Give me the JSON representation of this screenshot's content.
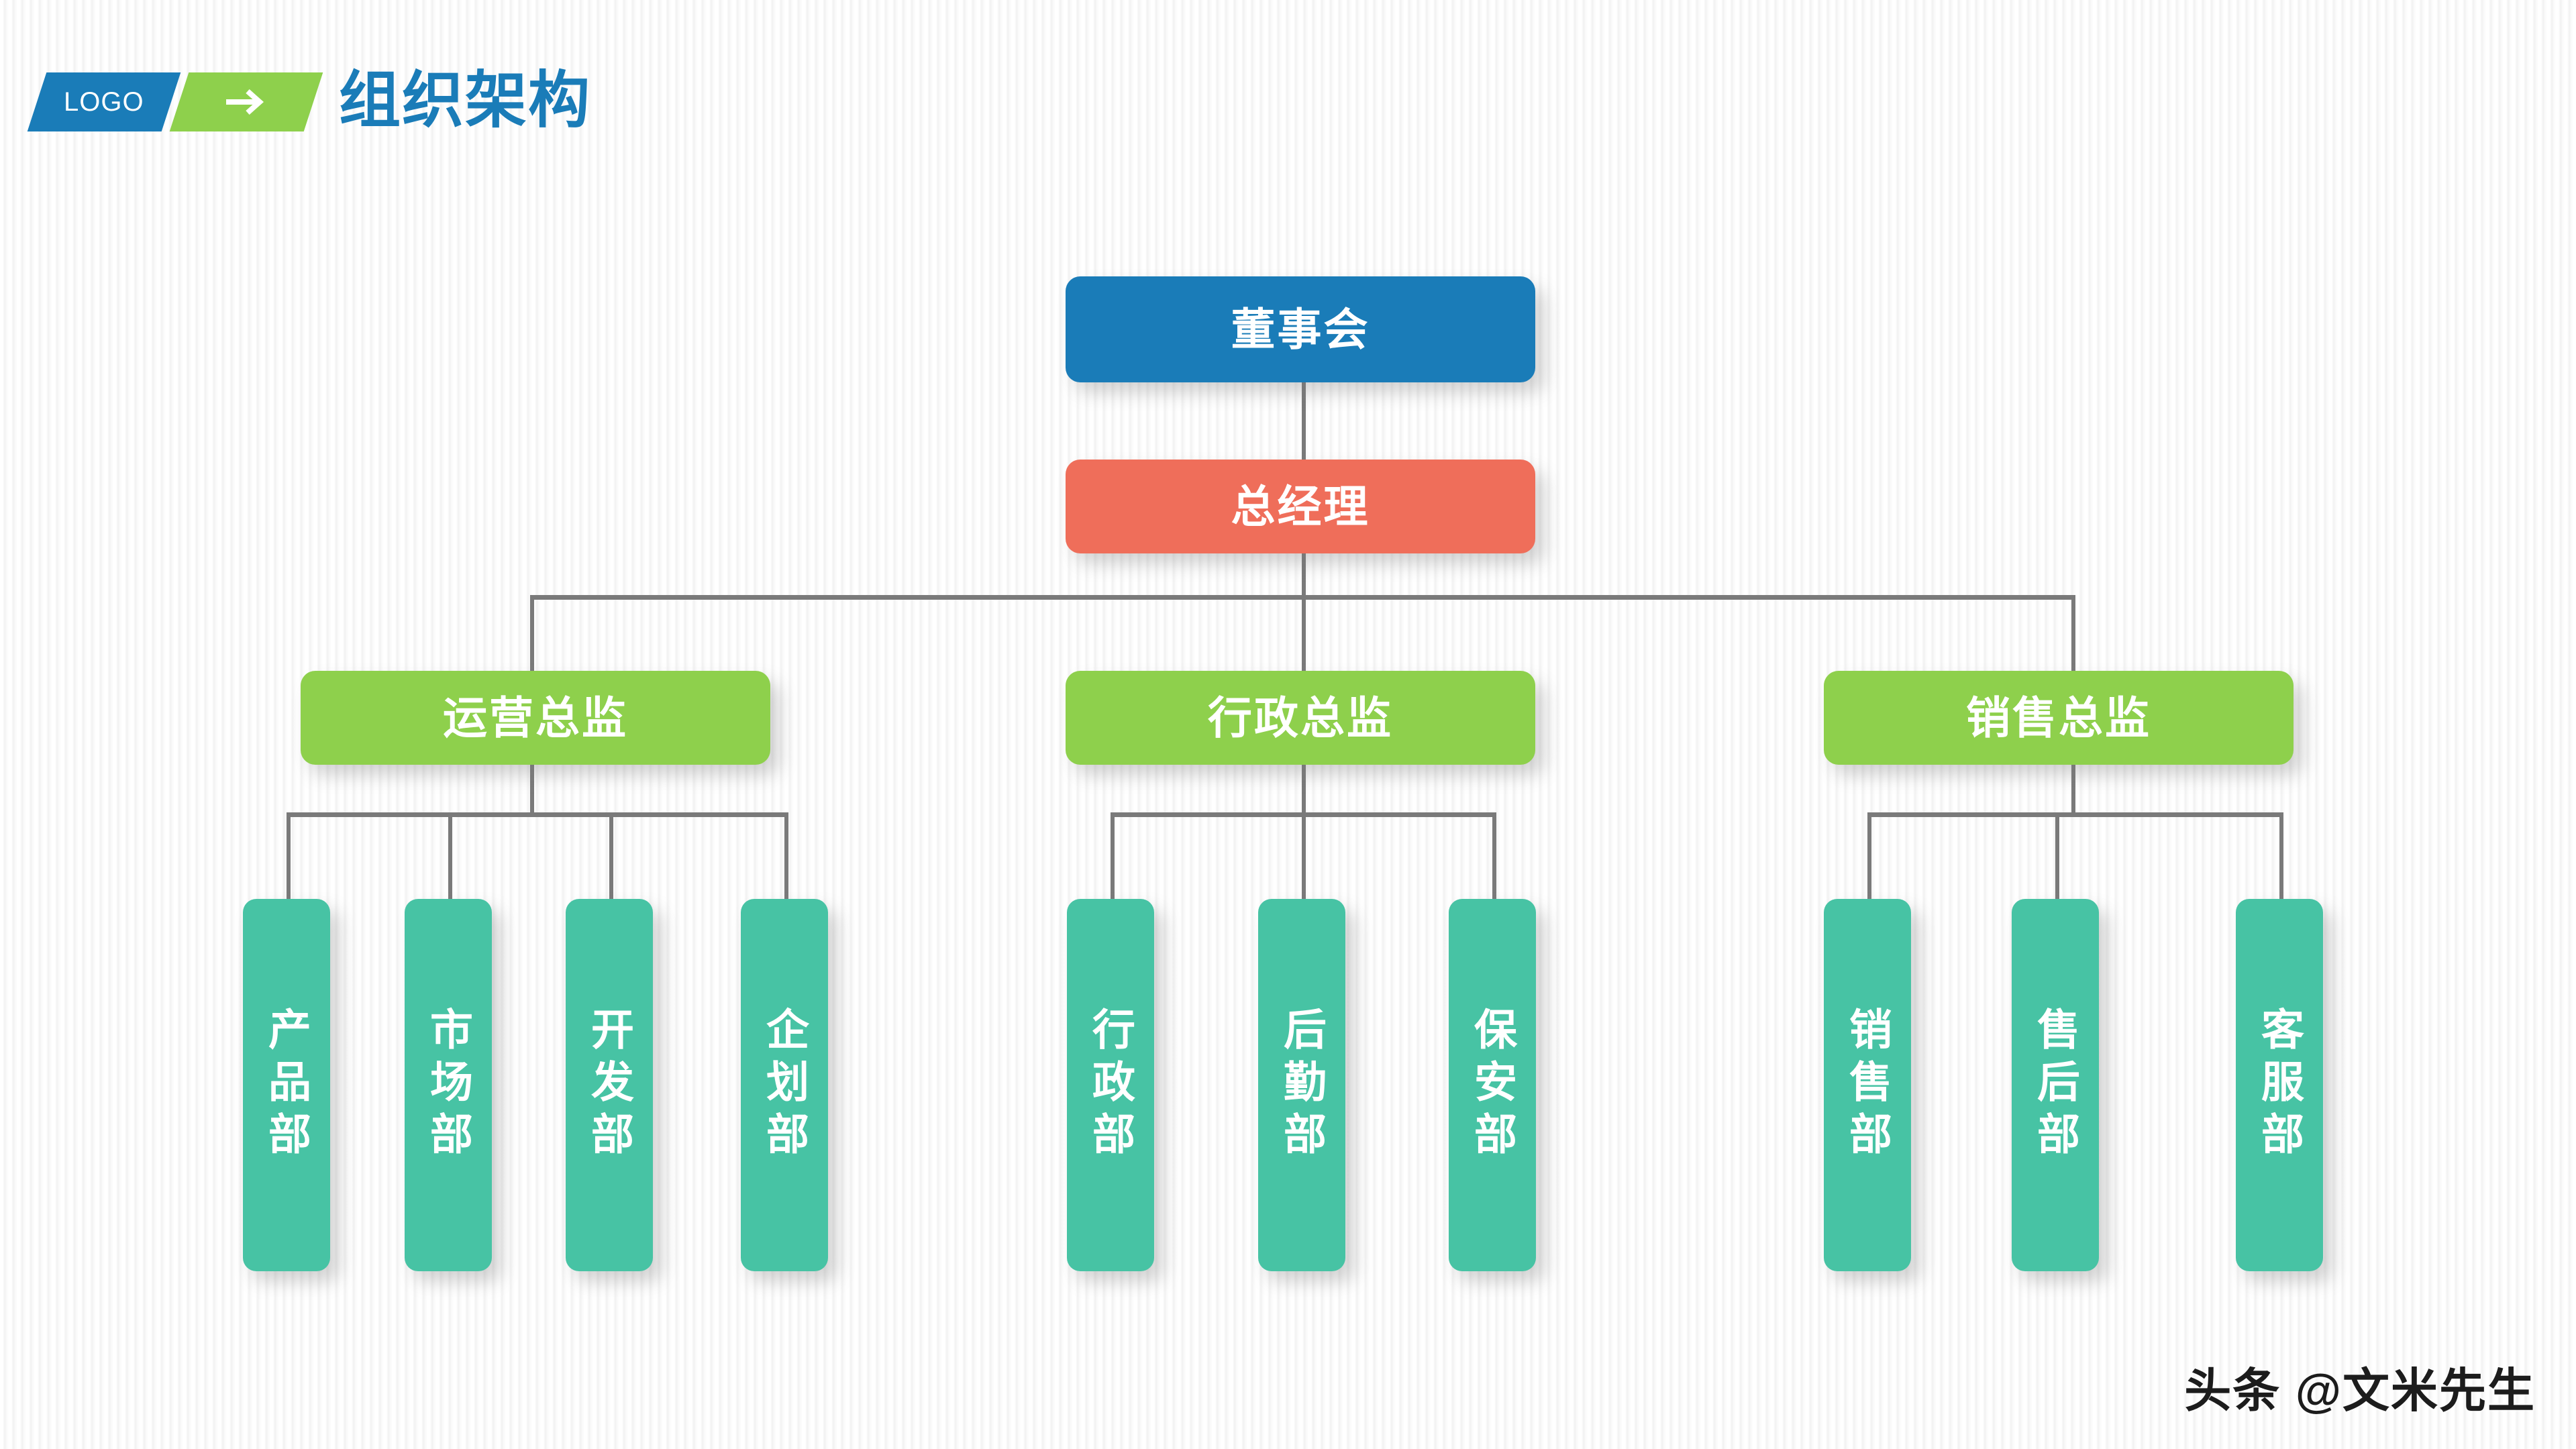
{
  "header": {
    "logo_text": "LOGO",
    "arrow_icon": "arrow-right-icon",
    "title": "组织架构"
  },
  "watermark": "头条 @文米先生",
  "colors": {
    "board": "#1a7cb8",
    "general_manager": "#ef6e5a",
    "director": "#8ed04c",
    "department": "#47c3a4",
    "connector": "#7a7a7a",
    "title": "#1a7cb8",
    "logo_blue": "#1a7cb8",
    "logo_green": "#8ed04c",
    "background": "#f7f7f7"
  },
  "chart_data": {
    "type": "diagram",
    "title": "组织架构",
    "orientation": "top-down",
    "levels": [
      "board",
      "general-manager",
      "director",
      "department"
    ],
    "nodes": [
      {
        "id": "board",
        "label": "董事会",
        "level": 0,
        "parent": null,
        "color": "#1a7cb8"
      },
      {
        "id": "gm",
        "label": "总经理",
        "level": 1,
        "parent": "board",
        "color": "#ef6e5a"
      },
      {
        "id": "ops",
        "label": "运营总监",
        "level": 2,
        "parent": "gm",
        "color": "#8ed04c"
      },
      {
        "id": "admin",
        "label": "行政总监",
        "level": 2,
        "parent": "gm",
        "color": "#8ed04c"
      },
      {
        "id": "sales",
        "label": "销售总监",
        "level": 2,
        "parent": "gm",
        "color": "#8ed04c"
      },
      {
        "id": "product",
        "label": "产品部",
        "level": 3,
        "parent": "ops",
        "color": "#47c3a4"
      },
      {
        "id": "market",
        "label": "市场部",
        "level": 3,
        "parent": "ops",
        "color": "#47c3a4"
      },
      {
        "id": "dev",
        "label": "开发部",
        "level": 3,
        "parent": "ops",
        "color": "#47c3a4"
      },
      {
        "id": "planning",
        "label": "企划部",
        "level": 3,
        "parent": "ops",
        "color": "#47c3a4"
      },
      {
        "id": "admindept",
        "label": "行政部",
        "level": 3,
        "parent": "admin",
        "color": "#47c3a4"
      },
      {
        "id": "logistics",
        "label": "后勤部",
        "level": 3,
        "parent": "admin",
        "color": "#47c3a4"
      },
      {
        "id": "security",
        "label": "保安部",
        "level": 3,
        "parent": "admin",
        "color": "#47c3a4"
      },
      {
        "id": "salesdept",
        "label": "销售部",
        "level": 3,
        "parent": "sales",
        "color": "#47c3a4"
      },
      {
        "id": "aftersale",
        "label": "售后部",
        "level": 3,
        "parent": "sales",
        "color": "#47c3a4"
      },
      {
        "id": "support",
        "label": "客服部",
        "level": 3,
        "parent": "sales",
        "color": "#47c3a4"
      }
    ]
  },
  "nodes": {
    "board": "董事会",
    "gm": "总经理",
    "ops": "运营总监",
    "admin": "行政总监",
    "sales": "销售总监",
    "product": "产品部",
    "market": "市场部",
    "dev": "开发部",
    "planning": "企划部",
    "admindept": "行政部",
    "logistics": "后勤部",
    "security": "保安部",
    "salesdept": "销售部",
    "aftersale": "售后部",
    "support": "客服部"
  }
}
